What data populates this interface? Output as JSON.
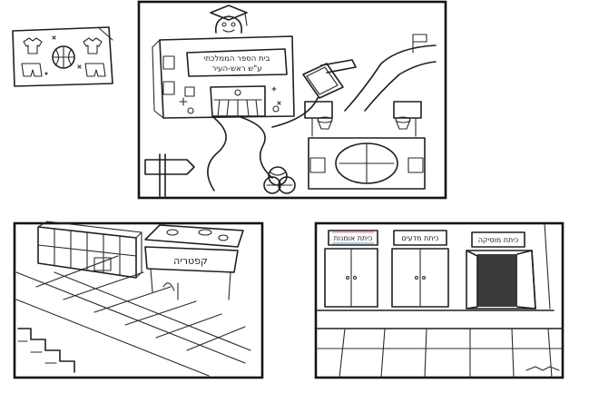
{
  "colors": {
    "ink": "#1f1f1f",
    "doorway": "#3a3a3a",
    "sign_accent_pink": "#e58ab0",
    "sign_accent_blue": "#7fa9e0"
  },
  "school": {
    "sign_line1": "בית הספר הממלכתי",
    "sign_line2": "ע\"ש ראש-העיר"
  },
  "cafeteria": {
    "sign": "קפטריה"
  },
  "hallway": {
    "rooms": [
      {
        "label": "כיתת אומנות"
      },
      {
        "label": "כיתת מדעים"
      },
      {
        "label": "כיתת מוסיקה"
      }
    ]
  }
}
